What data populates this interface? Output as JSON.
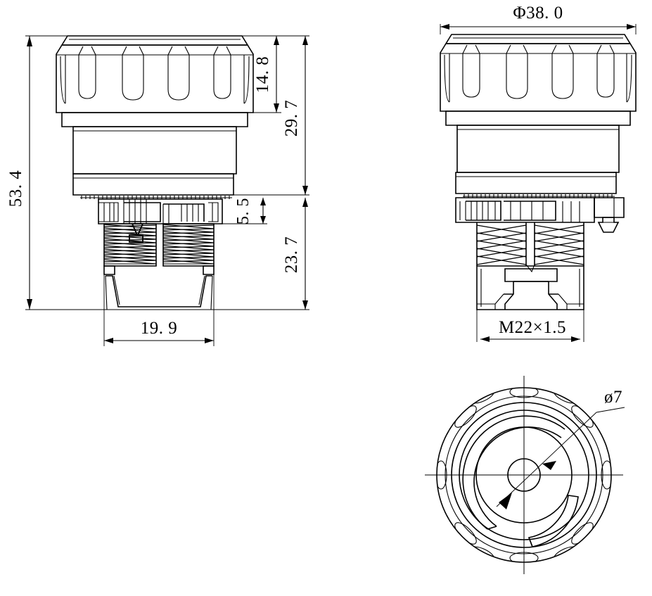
{
  "drawing": {
    "title": "Emergency stop push button mechanical drawing",
    "units": "mm",
    "background_color": "#ffffff",
    "line_color": "#000000",
    "views": [
      {
        "name": "front-section-view",
        "position": "top-left"
      },
      {
        "name": "front-outline-view",
        "position": "top-right"
      },
      {
        "name": "bottom-plan-view",
        "position": "bottom-right"
      }
    ],
    "dimensions": {
      "overall_height": "53. 4",
      "cap_height": "14. 8",
      "head_height": "29. 7",
      "flange_height": "5. 5",
      "body_height": "23. 7",
      "base_width": "19. 9",
      "cap_diameter": "Φ38. 0",
      "thread_spec": "M22×1.5",
      "pin_diameter": "ø7"
    }
  }
}
